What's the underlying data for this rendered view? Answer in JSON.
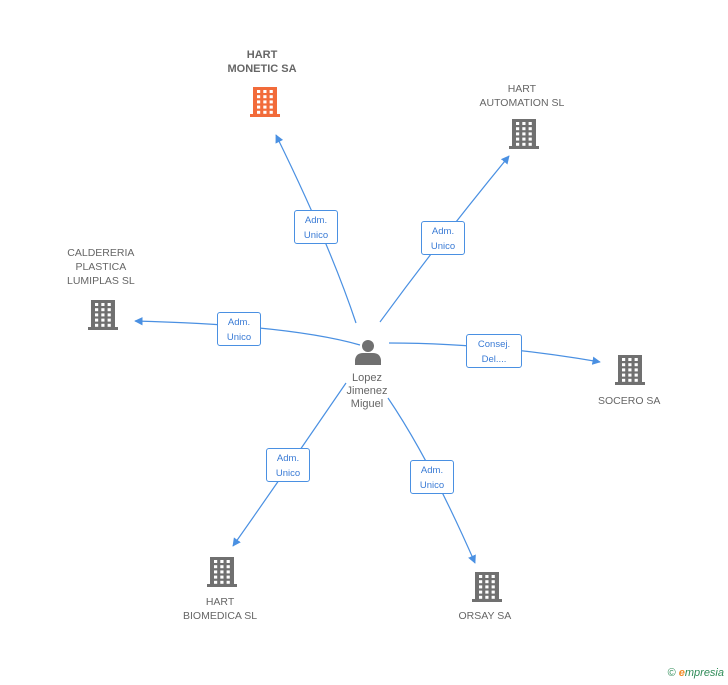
{
  "colors": {
    "edge": "#4a90e2",
    "building": "#707070",
    "building_primary": "#f26b3a",
    "person": "#707070",
    "text": "#666666",
    "credit": "#2e8b57"
  },
  "center": {
    "name_lines": [
      "Lopez",
      "Jimenez",
      "Miguel"
    ],
    "icon": "person-icon"
  },
  "companies": [
    {
      "id": "hart-monetic",
      "lines": [
        "HART",
        "MONETIC SA"
      ],
      "primary": true,
      "icon": "building-icon"
    },
    {
      "id": "hart-automation",
      "lines": [
        "HART",
        "AUTOMATION SL"
      ],
      "primary": false,
      "icon": "building-icon"
    },
    {
      "id": "caldereria",
      "lines": [
        "CALDERERIA",
        "PLASTICA",
        "LUMIPLAS  SL"
      ],
      "primary": false,
      "icon": "building-icon"
    },
    {
      "id": "socero",
      "lines": [
        "SOCERO SA"
      ],
      "primary": false,
      "icon": "building-icon"
    },
    {
      "id": "hart-biomedica",
      "lines": [
        "HART",
        "BIOMEDICA SL"
      ],
      "primary": false,
      "icon": "building-icon"
    },
    {
      "id": "orsay",
      "lines": [
        "ORSAY SA"
      ],
      "primary": false,
      "icon": "building-icon"
    }
  ],
  "relations": [
    {
      "to": "hart-monetic",
      "lines": [
        "Adm.",
        "Unico"
      ]
    },
    {
      "to": "hart-automation",
      "lines": [
        "Adm.",
        "Unico"
      ]
    },
    {
      "to": "caldereria",
      "lines": [
        "Adm.",
        "Unico"
      ]
    },
    {
      "to": "socero",
      "lines": [
        "Consej.",
        "Del...."
      ]
    },
    {
      "to": "hart-biomedica",
      "lines": [
        "Adm.",
        "Unico"
      ]
    },
    {
      "to": "orsay",
      "lines": [
        "Adm.",
        "Unico"
      ]
    }
  ],
  "credit": {
    "copyright": "©",
    "brand_initial": "e",
    "brand_rest": "mpresia"
  }
}
